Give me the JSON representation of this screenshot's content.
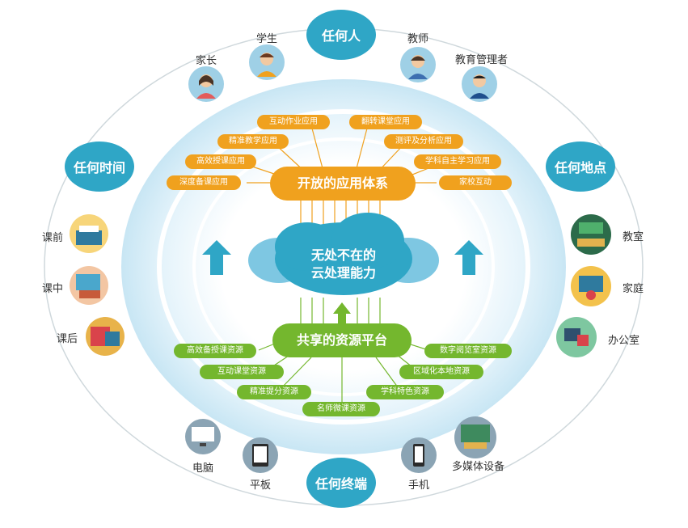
{
  "colors": {
    "primary": "#2fa6c6",
    "orange": "#f0a11e",
    "green": "#74b72e",
    "ring": "#dceff8",
    "white": "#ffffff"
  },
  "top": {
    "hub": "任何人",
    "nodes": [
      {
        "label": "家长",
        "icon": "parent-icon"
      },
      {
        "label": "学生",
        "icon": "student-icon"
      },
      {
        "label": "教师",
        "icon": "teacher-icon"
      },
      {
        "label": "教育管理者",
        "icon": "manager-icon"
      }
    ]
  },
  "left": {
    "hub": "任何时间",
    "nodes": [
      {
        "label": "课前",
        "icon": "before-class-icon"
      },
      {
        "label": "课中",
        "icon": "in-class-icon"
      },
      {
        "label": "课后",
        "icon": "after-class-icon"
      }
    ]
  },
  "right": {
    "hub": "任何地点",
    "nodes": [
      {
        "label": "教室",
        "icon": "classroom-icon"
      },
      {
        "label": "家庭",
        "icon": "home-icon"
      },
      {
        "label": "办公室",
        "icon": "office-icon"
      }
    ]
  },
  "bottom": {
    "hub": "任何终端",
    "nodes": [
      {
        "label": "电脑",
        "icon": "computer-icon"
      },
      {
        "label": "平板",
        "icon": "tablet-icon"
      },
      {
        "label": "手机",
        "icon": "phone-icon"
      },
      {
        "label": "多媒体设备",
        "icon": "multimedia-icon"
      }
    ]
  },
  "apps": {
    "title": "开放的应用体系",
    "items": [
      "互动作业应用",
      "翻转课堂应用",
      "精准教学应用",
      "测评及分析应用",
      "高效授课应用",
      "学科自主学习应用",
      "深度备课应用",
      "家校互动"
    ]
  },
  "cloud": {
    "line1": "无处不在的",
    "line2": "云处理能力"
  },
  "resources": {
    "title": "共享的资源平台",
    "items": [
      "高效备授课资源",
      "数字阅览室资源",
      "互动课堂资源",
      "区域化本地资源",
      "精准提分资源",
      "学科特色资源",
      "名师微课资源"
    ]
  }
}
